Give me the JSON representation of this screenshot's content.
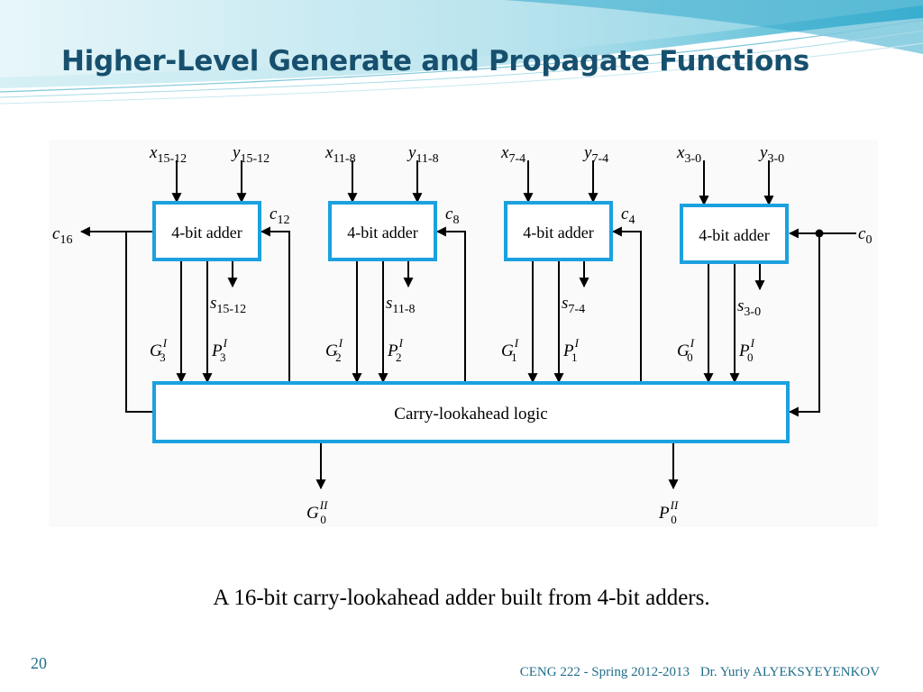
{
  "slide": {
    "title": "Higher-Level Generate and Propagate Functions",
    "caption": "A 16-bit carry-lookahead adder built from 4-bit adders.",
    "slide_number": "20",
    "footer_course": "CENG 222 - Spring 2012-2013",
    "footer_author": "Dr. Yuriy ALYEKSYEYENKOV"
  },
  "colors": {
    "title": "#17506e",
    "box_border": "#1ba1df",
    "footer": "#1f6e8a"
  },
  "diagram": {
    "adders": [
      {
        "label": "4-bit adder",
        "x_in": "x",
        "x_sub": "15-12",
        "y_in": "y",
        "y_sub": "15-12",
        "carry_in": "c",
        "carry_in_sub": "12",
        "sum_out": "s",
        "sum_sub": "15-12",
        "g_out": "G",
        "g_sub": "3",
        "g_sup": "I",
        "p_out": "P",
        "p_sub": "3",
        "p_sup": "I"
      },
      {
        "label": "4-bit adder",
        "x_in": "x",
        "x_sub": "11-8",
        "y_in": "y",
        "y_sub": "11-8",
        "carry_in": "c",
        "carry_in_sub": "8",
        "sum_out": "s",
        "sum_sub": "11-8",
        "g_out": "G",
        "g_sub": "2",
        "g_sup": "I",
        "p_out": "P",
        "p_sub": "2",
        "p_sup": "I"
      },
      {
        "label": "4-bit adder",
        "x_in": "x",
        "x_sub": "7-4",
        "y_in": "y",
        "y_sub": "7-4",
        "carry_in": "c",
        "carry_in_sub": "4",
        "sum_out": "s",
        "sum_sub": "7-4",
        "g_out": "G",
        "g_sub": "1",
        "g_sup": "I",
        "p_out": "P",
        "p_sub": "1",
        "p_sup": "I"
      },
      {
        "label": "4-bit adder",
        "x_in": "x",
        "x_sub": "3-0",
        "y_in": "y",
        "y_sub": "3-0",
        "carry_in": "",
        "carry_in_sub": "",
        "sum_out": "s",
        "sum_sub": "3-0",
        "g_out": "G",
        "g_sub": "0",
        "g_sup": "I",
        "p_out": "P",
        "p_sub": "0",
        "p_sup": "I"
      }
    ],
    "c16": {
      "main": "c",
      "sub": "16"
    },
    "c0": {
      "main": "c",
      "sub": "0"
    },
    "cla_label": "Carry-lookahead logic",
    "g_ii": {
      "main": "G",
      "sub": "0",
      "sup": "II"
    },
    "p_ii": {
      "main": "P",
      "sub": "0",
      "sup": "II"
    }
  }
}
